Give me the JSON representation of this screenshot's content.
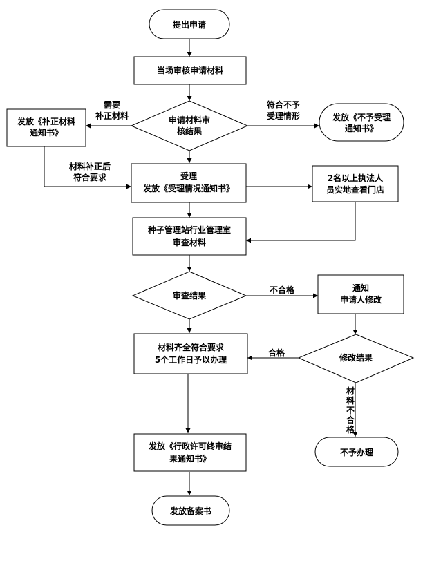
{
  "nodes": {
    "start": "提出申请",
    "check_materials": "当场审核申请材料",
    "review_result": [
      "申请材料审",
      "核结果"
    ],
    "issue_correction": [
      "发放《补正材料",
      "通知书》"
    ],
    "issue_rejection_notice": [
      "发放《不予受理",
      "通知书》"
    ],
    "accept": [
      "受理",
      "发放《受理情况通知书》"
    ],
    "site_inspection": [
      "2名以上执法人",
      "员实地查看门店"
    ],
    "seed_station_review": [
      "种子管理站行业管理室",
      "审查材料"
    ],
    "audit_result": "审查结果",
    "notify_applicant": [
      "通知",
      "申请人修改"
    ],
    "complete_processing": [
      "材料齐全符合要求",
      "5个工作日予以办理"
    ],
    "modify_result": "修改结果",
    "issue_final_notice": [
      "发放《行政许可终审结",
      "果通知书》"
    ],
    "not_processed": "不予办理",
    "end": "发放备案书"
  },
  "edge_labels": {
    "need_correction": [
      "需要",
      "补正材料"
    ],
    "not_compliant": [
      "符合不予",
      "受理情形"
    ],
    "corrected": [
      "材料补正后",
      "符合要求"
    ],
    "unqualified": "不合格",
    "qualified": "合格",
    "materials_unqualified": [
      "材",
      "料",
      "不",
      "合",
      "格"
    ]
  }
}
